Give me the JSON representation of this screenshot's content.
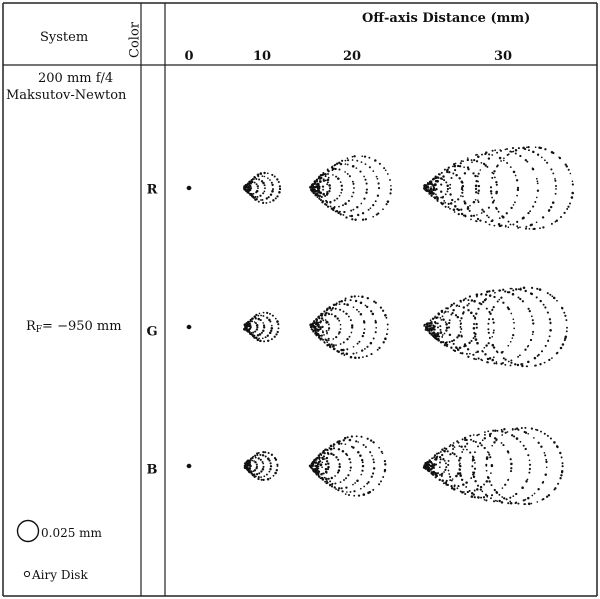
{
  "header": {
    "system": "System",
    "color": "Color",
    "offaxis": "Off-axis Distance (mm)",
    "ticks": [
      "0",
      "10",
      "20",
      "30"
    ]
  },
  "system": {
    "line1": "200 mm f/4",
    "line2": "Maksutov-Newton",
    "radius_label": "R",
    "radius_sub": "F",
    "radius_value": "= −950 mm"
  },
  "colors": [
    "R",
    "G",
    "B"
  ],
  "scale": {
    "label": "0.025 mm"
  },
  "airy": {
    "label": "Airy Disk"
  },
  "spots": {
    "field_positions_mm": [
      0,
      10,
      20,
      30
    ]
  }
}
